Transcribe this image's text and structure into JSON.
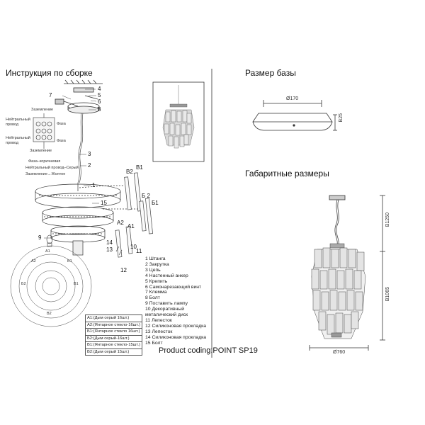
{
  "headings": {
    "assembly": "Инструкция по сборке",
    "base_size": "Размер базы",
    "overall_size": "Габаритные размеры"
  },
  "product_coding": "Product coding:POINT SP19",
  "wiring": {
    "grounding_top": "Заземление",
    "neutral": "Нейтральный провод",
    "phase": "Фаза",
    "phase2": "Фаза",
    "grounding_bottom": "Заземление",
    "notes": [
      "Фаза–коричневая",
      "Нейтральный провод–Серый",
      "Заземление→Жолтое"
    ]
  },
  "callouts_top": [
    "4",
    "5",
    "6",
    "7",
    "8"
  ],
  "callouts_side": [
    "3",
    "2",
    "1",
    "15",
    "9"
  ],
  "part_labels": [
    "B2",
    "B1",
    "Б 2",
    "Б1",
    "A2",
    "A1",
    "14",
    "13",
    "12",
    "10",
    "11"
  ],
  "parts_list": [
    "1 Штанга",
    "2 Закрутка",
    "3 Цепь",
    "4 Настенный анкер",
    "5 Крепить",
    "6 Самонарезающий винт",
    "7 Клемма",
    "8 Болт",
    "9 Поставить лампу",
    "10  Декоративный",
    "      металический диск",
    "11 Лепесток",
    "12 Силиконовая прокладка",
    "13 Лепесток",
    "14 Силиконовая прокладка",
    "15 Болт"
  ],
  "glass_table": [
    "A1:(Дым серый 16шт.)",
    "A2:(Янтарное стекло-16шт.)",
    "Б1:(Янтарное стекло 16шт.)",
    "Б2:(Дым серый-16шт.)",
    "B1:(Янтарное стекло-15шт.)",
    "B2:(Дым серый 15шт.)"
  ],
  "dimensions": {
    "base_diameter": "Ø170",
    "base_height": "B25",
    "overall_height": "B1250",
    "body_height": "B1065",
    "overall_diameter": "Ø760"
  },
  "ring_labels": [
    "A1",
    "A2",
    "Б1",
    "Б2",
    "B1",
    "B2"
  ]
}
